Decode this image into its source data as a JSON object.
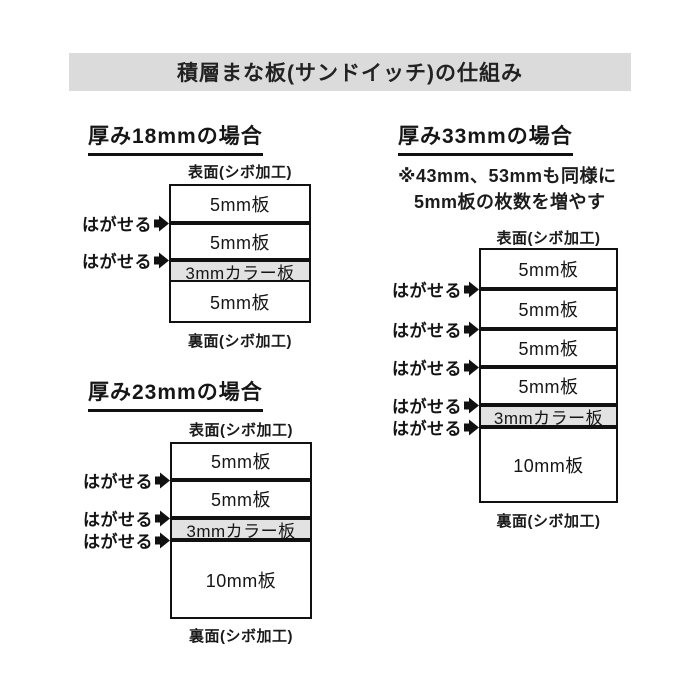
{
  "title": "積層まな板(サンドイッチ)の仕組み",
  "labels": {
    "peel": "はがせる",
    "front": "表面(シボ加工)",
    "back": "裏面(シボ加工)"
  },
  "colors": {
    "title_bar_bg": "#dbdbdb",
    "color_band_bg": "#e2e2e2",
    "line": "#111111"
  },
  "diagrams": {
    "d18": {
      "heading": "厚み18mmの場合",
      "layers": [
        "5mm板",
        "5mm板",
        "3mmカラー板",
        "5mm板"
      ],
      "peel_count": 2
    },
    "d23": {
      "heading": "厚み23mmの場合",
      "layers": [
        "5mm板",
        "5mm板",
        "3mmカラー板",
        "10mm板"
      ],
      "peel_count": 3
    },
    "d33": {
      "heading": "厚み33mmの場合",
      "note_line1": "※43mm、53mmも同様に",
      "note_line2": "5mm板の枚数を増やす",
      "layers": [
        "5mm板",
        "5mm板",
        "5mm板",
        "5mm板",
        "3mmカラー板",
        "10mm板"
      ],
      "peel_count": 5
    }
  }
}
